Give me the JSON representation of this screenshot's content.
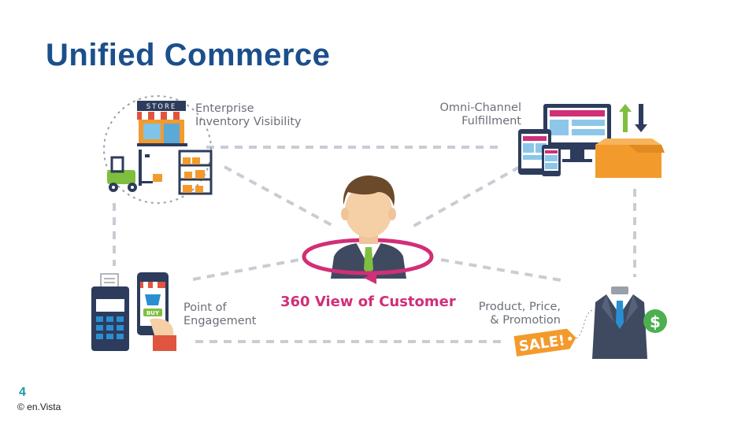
{
  "title": "Unified Commerce",
  "store_sign": "STORE",
  "nodes": {
    "inventory": {
      "line1": "Enterprise",
      "line2": "Inventory Visibility"
    },
    "fulfillment": {
      "line1": "Omni-Channel",
      "line2": "Fulfillment"
    },
    "engagement": {
      "line1": "Point of",
      "line2": "Engagement"
    },
    "promotion": {
      "line1": "Product, Price,",
      "line2": "& Promotion"
    },
    "center": "360 View of Customer"
  },
  "sale_tag": "SALE!",
  "phone_button": "BUY",
  "price_symbol": "$",
  "footer": {
    "page_number": "4",
    "copyright": "© en.Vista"
  },
  "colors": {
    "title": "#1b4f8c",
    "accent": "#d12f77",
    "dashes": "#c9ccd3",
    "orange": "#f39a2d",
    "teal": "#1a9aa3"
  }
}
